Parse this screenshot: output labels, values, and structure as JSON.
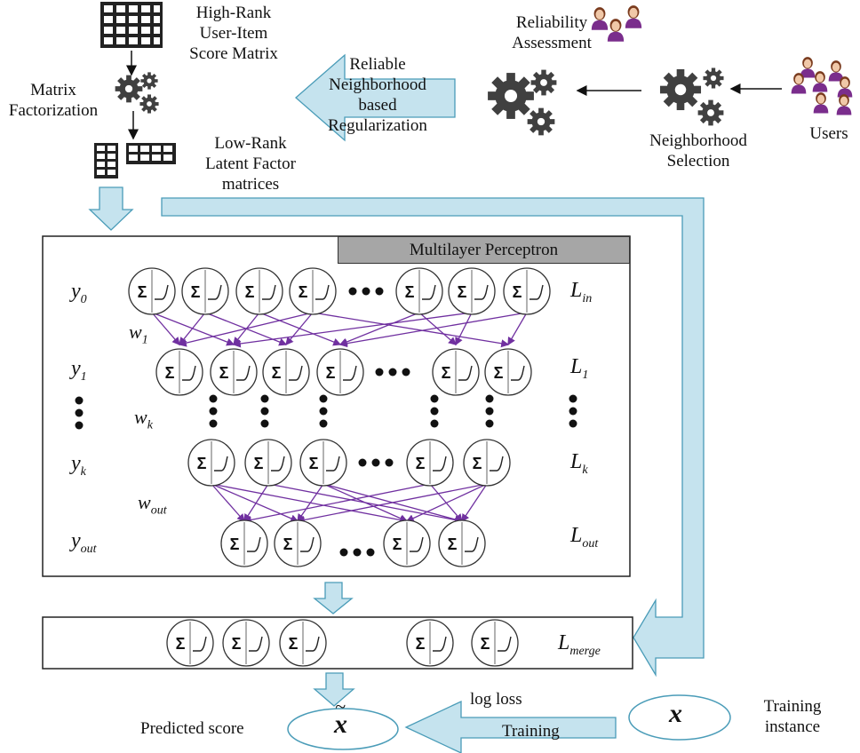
{
  "top": {
    "matrix_label": "High-Rank\nUser-Item\nScore Matrix",
    "factorization_label": "Matrix\nFactorization",
    "latent_label": "Low-Rank\nLatent Factor\nmatrices",
    "reliable_label": "Reliable\nNeighborhood\nbased\nRegularization",
    "reliability_label": "Reliability\nAssessment",
    "neighborhood_label": "Neighborhood\nSelection",
    "users_label": "Users"
  },
  "mlp": {
    "title": "Multilayer Perceptron",
    "outputs": [
      {
        "base": "y",
        "sub": "0"
      },
      {
        "base": "y",
        "sub": "1"
      },
      {
        "base": "y",
        "sub": "k"
      },
      {
        "base": "y",
        "sub": "out"
      }
    ],
    "weights": [
      {
        "base": "w",
        "sub": "1"
      },
      {
        "base": "w",
        "sub": "k"
      },
      {
        "base": "w",
        "sub": "out"
      }
    ],
    "layers": [
      {
        "base": "L",
        "sub": "in"
      },
      {
        "base": "L",
        "sub": "1"
      },
      {
        "base": "L",
        "sub": "k"
      },
      {
        "base": "L",
        "sub": "out"
      }
    ]
  },
  "merge": {
    "base": "L",
    "sub": "merge"
  },
  "bottom": {
    "predicted_label": "Predicted score",
    "log_loss_label": "log loss",
    "training_label": "Training",
    "training_instance_label": "Training\ninstance",
    "x_symbol": "x",
    "x_tilde_symbol": "x",
    "tilde": "~"
  },
  "colors": {
    "arrow_fill": "#c5e3ee",
    "arrow_stroke": "#4a9cb8",
    "connection": "#7030a0",
    "person": "#7a2d8c",
    "skin": "#f0c8a8",
    "hair": "#7a3b1e"
  }
}
